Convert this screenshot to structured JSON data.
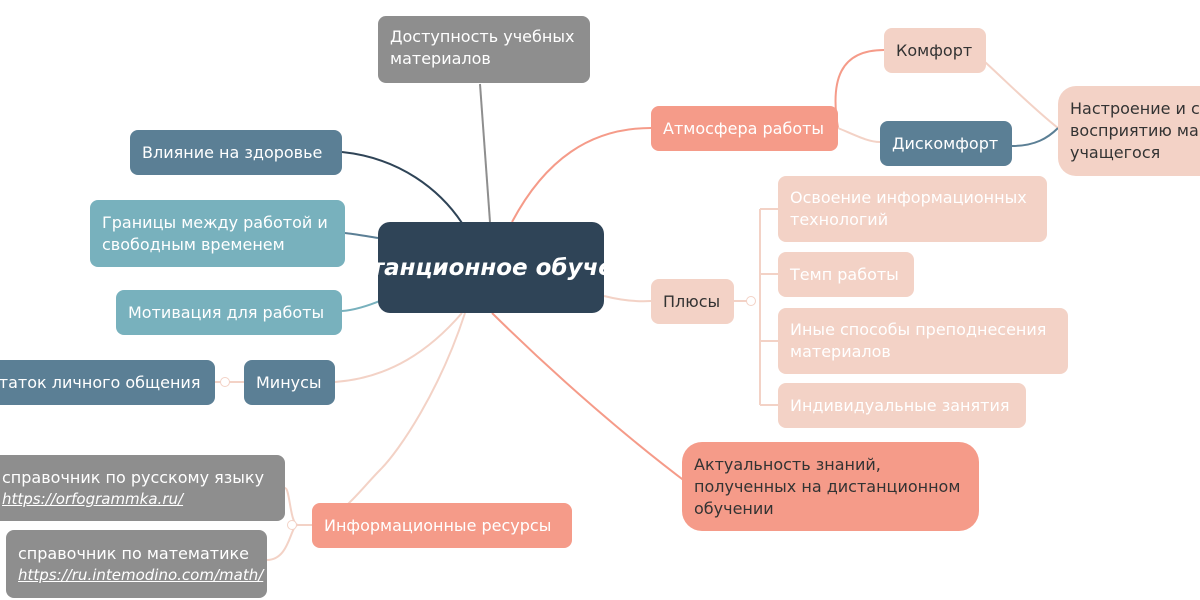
{
  "center": {
    "title": "Дистанционное обучение"
  },
  "nodes": {
    "access": "Доступность учебных материалов",
    "health": "Влияние на здоровье",
    "borders": "Границы между работой и свободным временем",
    "motivation": "Мотивация для работы",
    "minus": "Минусы",
    "minus_child": "статок личного общения",
    "resources": "Информационные ресурсы",
    "res_ru_label": "справочник по русскому языку",
    "res_ru_url": "https://orfogrammka.ru/",
    "res_math_label": "справочник по математике",
    "res_math_url": "https://ru.intemodino.com/math/",
    "atmosphere": "Атмосфера работы",
    "comfort": "Комфорт",
    "discomfort": "Дискомфорт",
    "mood": "Настроение и с восприятию ма учащегося",
    "plus": "Плюсы",
    "plus_1": "Освоение информационных технологий",
    "plus_2": "Темп работы",
    "plus_3": "Иные способы преподнесения материалов",
    "plus_4": "Индивидуальные занятия",
    "relevance": "Актуальность знаний, полученных на дистанционном обучении"
  },
  "colors": {
    "center": "#2f4457",
    "gray": "#8e8e8e",
    "slate": "#5b7f95",
    "teal": "#78b1bd",
    "salmon": "#f59b89",
    "peach": "#f3d2c6"
  }
}
